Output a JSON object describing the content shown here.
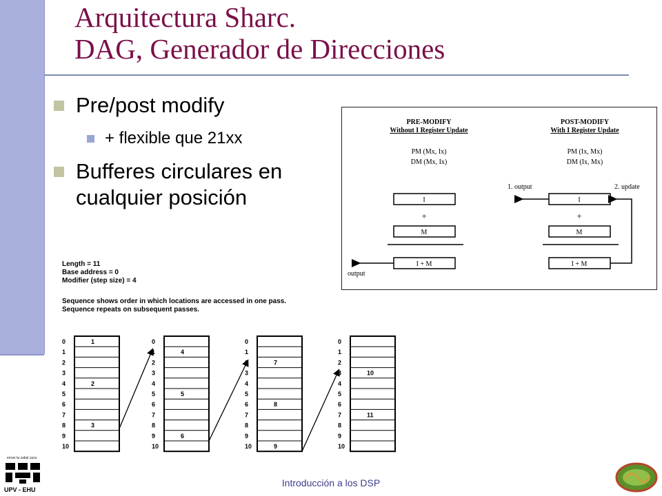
{
  "title": {
    "line1": "Arquitectura Sharc.",
    "line2": "DAG, Generador de Direcciones"
  },
  "bullets": {
    "b1": "Pre/post modify",
    "b1_sub": "+ flexible que 21xx",
    "b2": "Bufferes circulares en cualquier posición"
  },
  "diagram": {
    "pre_title": "PRE-MODIFY",
    "pre_subtitle": "Without I Register Update",
    "pre_instr1": "PM (Mx, Ix)",
    "pre_instr2": "DM (Mx, Ix)",
    "post_title": "POST-MODIFY",
    "post_subtitle": "With I Register Update",
    "post_instr1": "PM (Ix, Mx)",
    "post_instr2": "DM (Ix, Mx)",
    "reg_i": "I",
    "reg_m": "M",
    "reg_sum": "I + M",
    "plus": "+",
    "output_label": "output",
    "post_output_label": "1. output",
    "post_update_label": "2. update"
  },
  "buffer": {
    "info": [
      "Length = 11",
      "Base address = 0",
      "Modifier (step size) = 4"
    ],
    "note": [
      "Sequence shows order in which locations are accessed in one pass.",
      "Sequence repeats on subsequent passes."
    ],
    "row_labels": [
      "0",
      "1",
      "2",
      "3",
      "4",
      "5",
      "6",
      "7",
      "8",
      "9",
      "10"
    ],
    "columns": [
      {
        "cells": {
          "0": "1",
          "4": "2",
          "8": "3"
        }
      },
      {
        "cells": {
          "1": "4",
          "5": "5",
          "9": "6"
        }
      },
      {
        "cells": {
          "2": "7",
          "6": "8",
          "10": "9"
        }
      },
      {
        "cells": {
          "3": "10",
          "7": "11"
        }
      }
    ]
  },
  "footer": {
    "text": "Introducción a los DSP"
  },
  "logo": {
    "small_text": "eman ta zabal zazu",
    "name": "UPV - EHU"
  }
}
